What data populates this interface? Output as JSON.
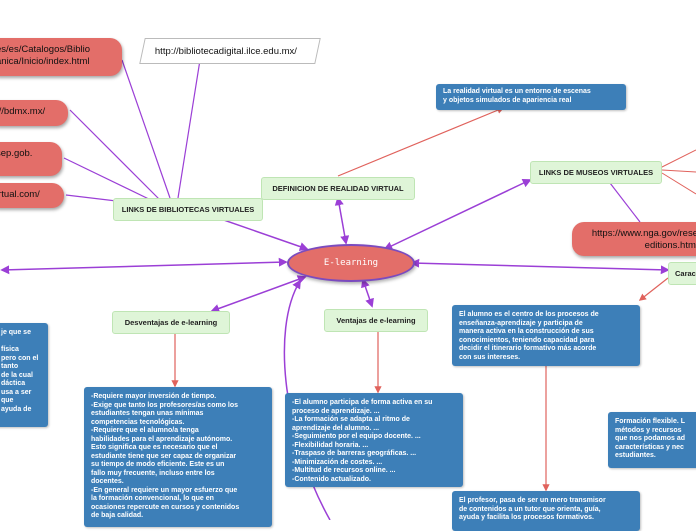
{
  "center": {
    "label": "E-learning"
  },
  "branches": {
    "bibliotecas": "LINKS DE BIBLIOTECAS VIRTUALES",
    "definicion": "DEFINICION DE REALIDAD VIRTUAL",
    "museos": "LINKS DE MUSEOS VIRTUALES",
    "caracteristicas": "Carac",
    "desventajas": "Desventajas de e-learning",
    "ventajas": "Ventajas de e-learning"
  },
  "links": {
    "biblio1": "es/es/Catalogos/Biblio\nanica/Inicio/index.html",
    "ilce": "http://bibliotecadigital.ilce.edu.mx/",
    "bdmx": "://bdmx.mx/",
    "sep": "sep.gob.",
    "virtual": "irtual.com/",
    "nga": "https://www.nga.gov/rese\neditions.html"
  },
  "texts": {
    "definicion": "La realidad virtual es un entorno de escenas\ny objetos simulados de apariencia real",
    "left_partial": "je que se\n\nfísica\npero con el\ntanto\nde la cual\ndáctica\nusa a ser\nque\n ayuda de",
    "alumno": "El alumno es el centro de los procesos de\nenseñanza-aprendizaje y participa de\nmanera activa en la construcción de sus\nconocimientos, teniendo capacidad para\ndecidir el itinerario formativo más acorde\ncon sus intereses.",
    "flexibilidad": "Formación flexible. L\nmétodos y recursos\nque nos podamos ad\ncaracterísticas y nec\nestudiantes.",
    "desventajas": "-Requiere mayor inversión de tiempo.\n-Exige que tanto los profesores/as como los\nestudiantes tengan unas mínimas\ncompetencias tecnológicas.\n-Requiere que el alumno/a tenga\nhabilidades para el aprendizaje autónomo.\nEsto significa que es necesario que el\nestudiante tiene que ser capaz de organizar\nsu tiempo de modo eficiente. Este es un\nfallo muy frecuente, incluso entre los\ndocentes.\n-En general requiere un mayor esfuerzo que\nla formación convencional, lo que en\nocasiones repercute en cursos y contenidos\nde baja calidad.",
    "ventajas": "-El alumno participa de forma activa en su\nproceso de aprendizaje. ...\n-La formación se adapta al ritmo de\naprendizaje del alumno. ...\n-Seguimiento por el equipo docente. ...\n-Flexibilidad horaria. ...\n-Traspaso de barreras geográficas. ...\n-Minimización de costes. ...\n-Multitud de recursos online. ...\n-Contenido actualizado.",
    "profesor": "El profesor, pasa de ser un mero transmisor\nde contenidos a un tutor que orienta, guía,\nayuda y facilita los procesos formativos."
  },
  "colors": {
    "purple_connector": "#9b3fd6",
    "red_connector": "#e0625c",
    "node_red": "#e36e69",
    "node_blue": "#3d7fb8",
    "node_green": "#dff5d8"
  }
}
